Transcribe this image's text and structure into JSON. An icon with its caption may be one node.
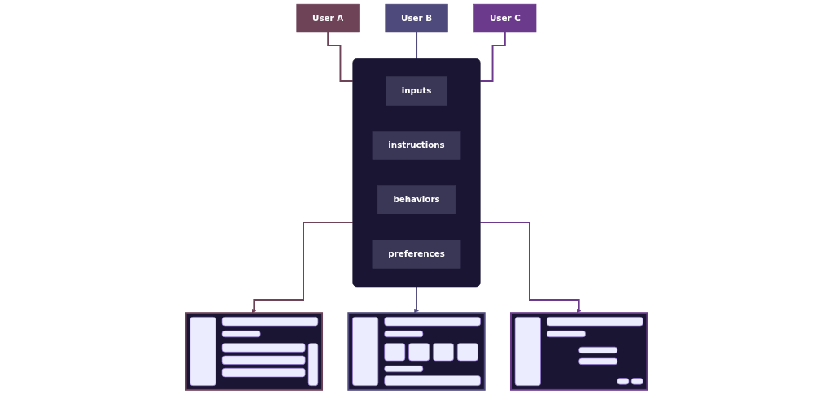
{
  "diagram": {
    "nodes": [
      {
        "text": [
          "User A"
        ]
      },
      {
        "text": [
          "User B"
        ]
      },
      {
        "text": [
          "User C"
        ]
      },
      {
        "text": [],
        "shape": "box"
      },
      {
        "text": [
          "inputs"
        ],
        "in": 3
      },
      {
        "text": [
          "instructions"
        ],
        "in": 3
      },
      {
        "text": [
          "behaviors"
        ],
        "in": 3
      },
      {
        "text": [
          "preferences"
        ],
        "in": 3
      },
      {
        "text": [],
        "shape": "picture"
      },
      {
        "text": [],
        "shape": "picture"
      },
      {
        "text": [],
        "shape": "picture"
      }
    ],
    "edges": [
      {
        "from": 0,
        "to": 3,
        "arrow": "none",
        "color": "#6e4257"
      },
      {
        "from": 1,
        "to": 3,
        "arrow": "none",
        "color": "#4f4a7c"
      },
      {
        "from": 2,
        "to": 3,
        "arrow": "none",
        "color": "#6b3a8c"
      },
      {
        "from": 3,
        "to": 8,
        "arrow": "to",
        "color": "#6e4257"
      },
      {
        "from": 3,
        "to": 9,
        "arrow": "to",
        "color": "#4f4a7c"
      },
      {
        "from": 3,
        "to": 10,
        "arrow": "to",
        "color": "#6b3a8c"
      }
    ]
  }
}
